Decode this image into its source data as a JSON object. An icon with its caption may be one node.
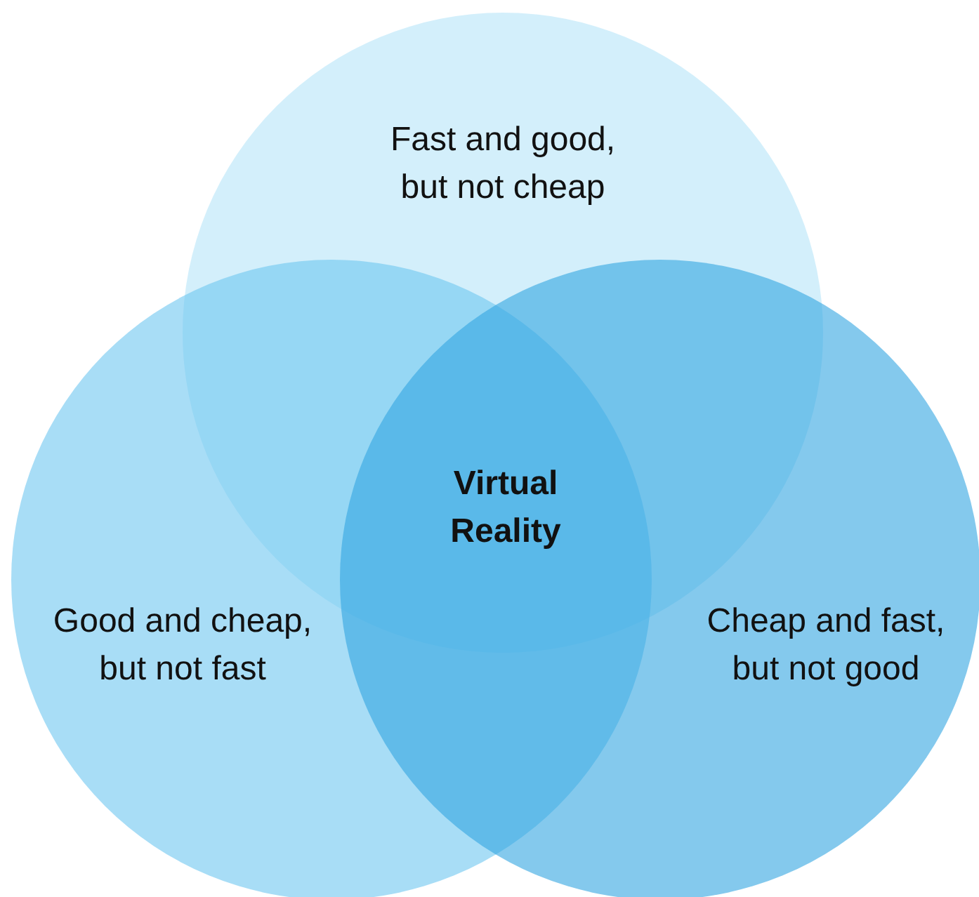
{
  "diagram": {
    "nodes": [
      {
        "text": [
          "Fast and good, but not cheap"
        ]
      },
      {
        "text": [
          "Good and cheap, but not fast"
        ]
      },
      {
        "text": [
          "Cheap and fast, but not good"
        ]
      }
    ],
    "labels": [
      "Virtual Reality"
    ]
  }
}
